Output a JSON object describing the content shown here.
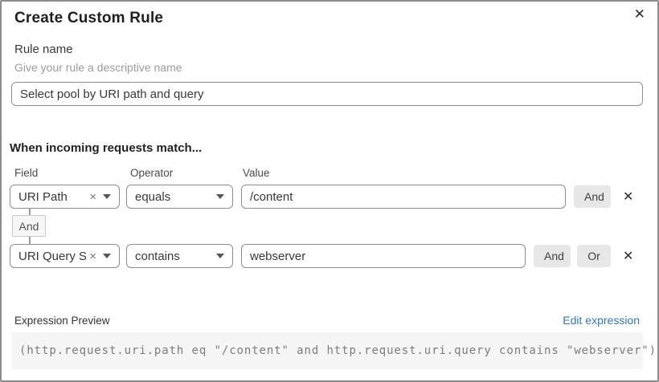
{
  "dialog": {
    "title": "Create Custom Rule"
  },
  "icons": {
    "close": "✕",
    "clear": "×",
    "row_delete": "✕"
  },
  "rule_name": {
    "label": "Rule name",
    "hint": "Give your rule a descriptive name",
    "value": "Select pool by URI path and query"
  },
  "match_builder": {
    "heading": "When incoming requests match...",
    "columns": {
      "field": "Field",
      "operator": "Operator",
      "value": "Value"
    },
    "rows": [
      {
        "field": "URI Path",
        "operator": "equals",
        "value": "/content"
      },
      {
        "field": "URI Query St...",
        "operator": "contains",
        "value": "webserver"
      }
    ],
    "connector_label": "And",
    "and_label": "And",
    "or_label": "Or"
  },
  "expression_preview": {
    "label": "Expression Preview",
    "edit_link": "Edit expression",
    "expression": "(http.request.uri.path eq \"/content\" and http.request.uri.query contains \"webserver\")"
  },
  "colors": {
    "link_blue": "#3578b8",
    "button_gray": "#e7e7e7",
    "border_gray": "#8d8d8d",
    "code_background": "#f5f5f5"
  }
}
